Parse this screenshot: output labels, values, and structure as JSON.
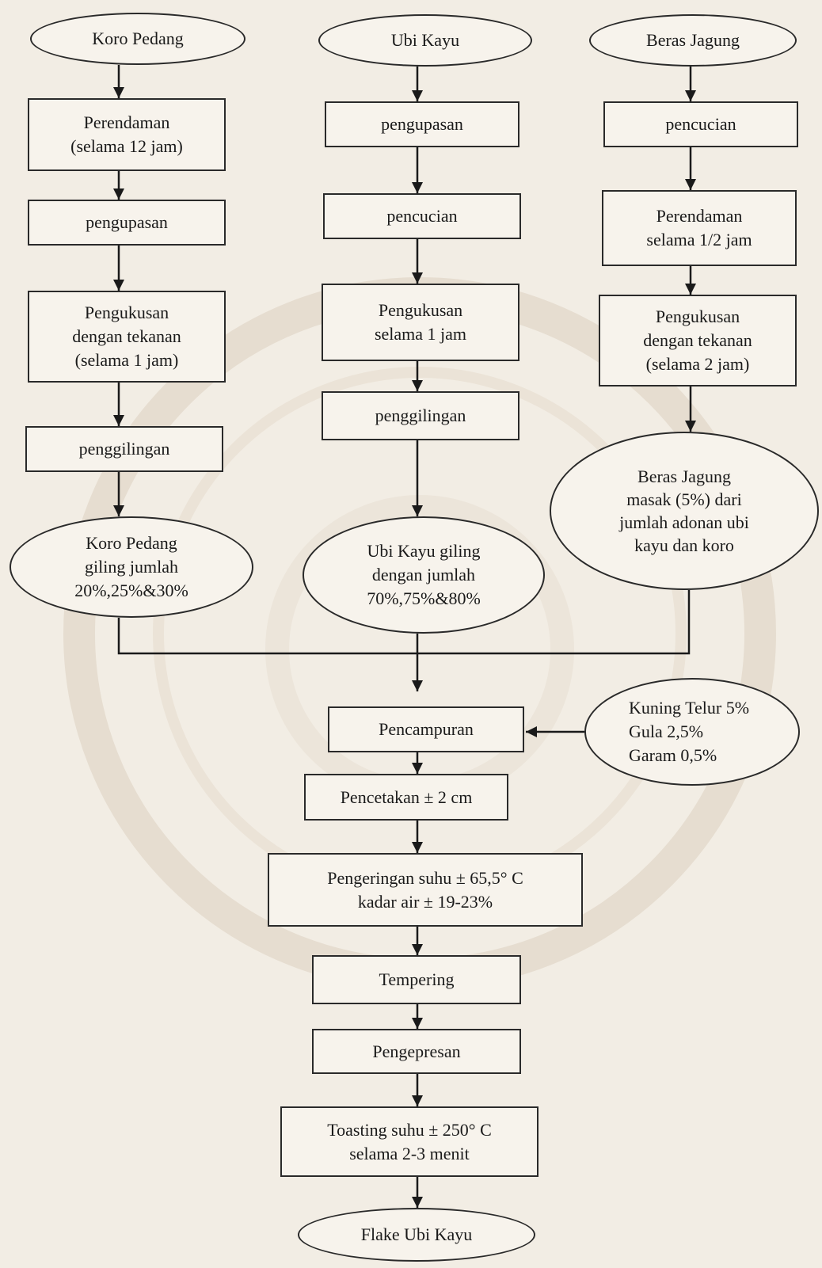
{
  "diagram": {
    "columns": {
      "koro_pedang": {
        "start": "Koro Pedang",
        "steps": [
          "Perendaman\n(selama 12 jam)",
          "pengupasan",
          "Pengukusan\ndengan tekanan\n(selama 1 jam)",
          "penggilingan"
        ],
        "result": "Koro Pedang\ngiling jumlah\n20%,25%&30%"
      },
      "ubi_kayu": {
        "start": "Ubi Kayu",
        "steps": [
          "pengupasan",
          "pencucian",
          "Pengukusan\nselama 1 jam",
          "penggilingan"
        ],
        "result": "Ubi Kayu giling\ndengan jumlah\n70%,75%&80%"
      },
      "beras_jagung": {
        "start": "Beras Jagung",
        "steps": [
          "pencucian",
          "Perendaman\nselama 1/2 jam",
          "Pengukusan\ndengan tekanan\n(selama 2 jam)"
        ],
        "result": "Beras Jagung\nmasak (5%) dari\njumlah adonan ubi\nkayu dan koro"
      }
    },
    "additives": "Kuning Telur 5%\nGula 2,5%\nGaram 0,5%",
    "process": [
      "Pencampuran",
      "Pencetakan ± 2 cm",
      "Pengeringan suhu ± 65,5° C\nkadar air ± 19-23%",
      "Tempering",
      "Pengepresan",
      "Toasting suhu ± 250° C\nselama 2-3 menit"
    ],
    "end": "Flake Ubi Kayu"
  }
}
